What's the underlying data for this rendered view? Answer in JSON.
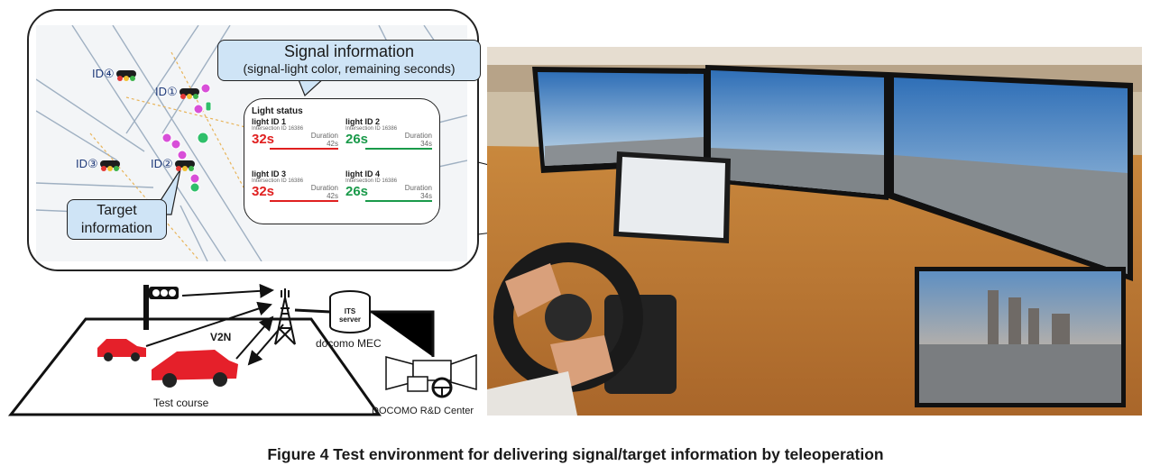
{
  "caption": "Figure 4  Test environment for delivering signal/target information by teleoperation",
  "map": {
    "ids": [
      "ID④",
      "ID①",
      "ID③",
      "ID②"
    ],
    "signal_callout": {
      "title": "Signal information",
      "subtitle": "(signal-light color, remaining seconds)"
    },
    "target_callout": {
      "line1": "Target",
      "line2": "information"
    },
    "light_status": {
      "heading": "Light status",
      "intersection": "Intersection ID 16386",
      "duration_label": "Duration",
      "lights": [
        {
          "name": "light ID 1",
          "seconds": "32s",
          "duration": "42s",
          "color": "#e02020"
        },
        {
          "name": "light ID 2",
          "seconds": "26s",
          "duration": "34s",
          "color": "#1a9a4a"
        },
        {
          "name": "light ID 3",
          "seconds": "32s",
          "duration": "42s",
          "color": "#e02020"
        },
        {
          "name": "light ID 4",
          "seconds": "26s",
          "duration": "34s",
          "color": "#1a9a4a"
        }
      ]
    }
  },
  "course": {
    "v2n": "V2N",
    "its_line1": "ITS",
    "its_line2": "server",
    "mec": "docomo MEC",
    "test_course": "Test course",
    "center": "DOCOMO R&D Center"
  }
}
